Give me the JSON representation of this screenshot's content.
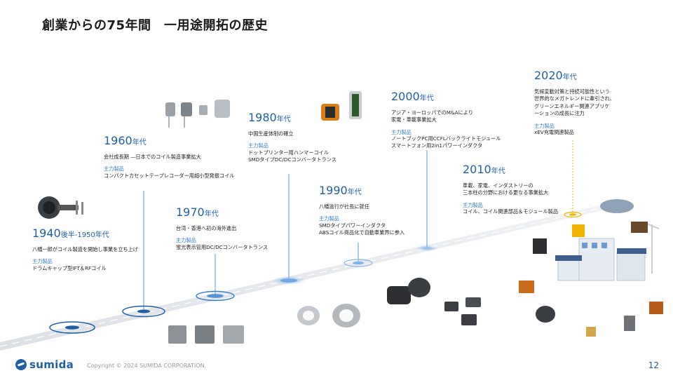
{
  "title": "創業からの75年間　一用途開拓の歴史",
  "eras": [
    {
      "id": "1940s",
      "year": "1940",
      "year_suffix": "後半-1950年代",
      "description": "八幡一郎がコイル製造を開始し事業を立ち上げ",
      "label": "主力製品",
      "products": "ドラムキャップ型IFT＆RFコイル"
    },
    {
      "id": "1960s",
      "year": "1960",
      "year_suffix": "年代",
      "description": "会社成長期 ―日本でのコイル製造事業拡大",
      "label": "主力製品",
      "products": "コンパクトカセットテープレコーダー用超小型発振コイル"
    },
    {
      "id": "1970s",
      "year": "1970",
      "year_suffix": "年代",
      "description": "台湾・香港へ初の海外進出",
      "label": "主力製品",
      "products": "蛍光表示管用DC/DCコンバータトランス"
    },
    {
      "id": "1980s",
      "year": "1980",
      "year_suffix": "年代",
      "description": "中国生産体制の確立",
      "label": "主力製品",
      "products": "ドットプリンター用ハンマーコイル\nSMDタイプDC/DCコンバータトランス"
    },
    {
      "id": "1990s",
      "year": "1990",
      "year_suffix": "年代",
      "description": "八幡滋行が社長に就任",
      "label": "主力製品",
      "products": "SMDタイプパワーインダクタ\nABSコイル商品化で自動車業界に参入"
    },
    {
      "id": "2000s",
      "year": "2000",
      "year_suffix": "年代",
      "description": "アジア・ヨーロッパでのM&Aにより\n家電・車載事業拡大",
      "label": "主力製品",
      "products": "ノートブックPC用CCFLバックライトモジュール\nスマートフォン用2in1パワーインダクタ"
    },
    {
      "id": "2010s",
      "year": "2010",
      "year_suffix": "年代",
      "description": "車載、家電、インダストリーの\n三本柱の分野における更なる事業拡大",
      "label": "主力製品",
      "products": "コイル、コイル関連部品＆モジュール製品"
    },
    {
      "id": "2020s",
      "year": "2020",
      "year_suffix": "年代",
      "description": "気候変動対策と持続可能性という\n世界的なメガトレンドに牽引され、\nグリーンエネルギー関連アプリケ\nーションの成長に注力",
      "label": "主力製品",
      "products": "xEV充電関連製品"
    }
  ],
  "footer": {
    "logo_text": "sumida",
    "copyright": "Copyright © 2024 SUMIDA CORPORATION.",
    "page_number": "12"
  },
  "colors": {
    "accent": "#1f5fa8",
    "label": "#2f7fd1",
    "road": "#e4e6ea"
  }
}
